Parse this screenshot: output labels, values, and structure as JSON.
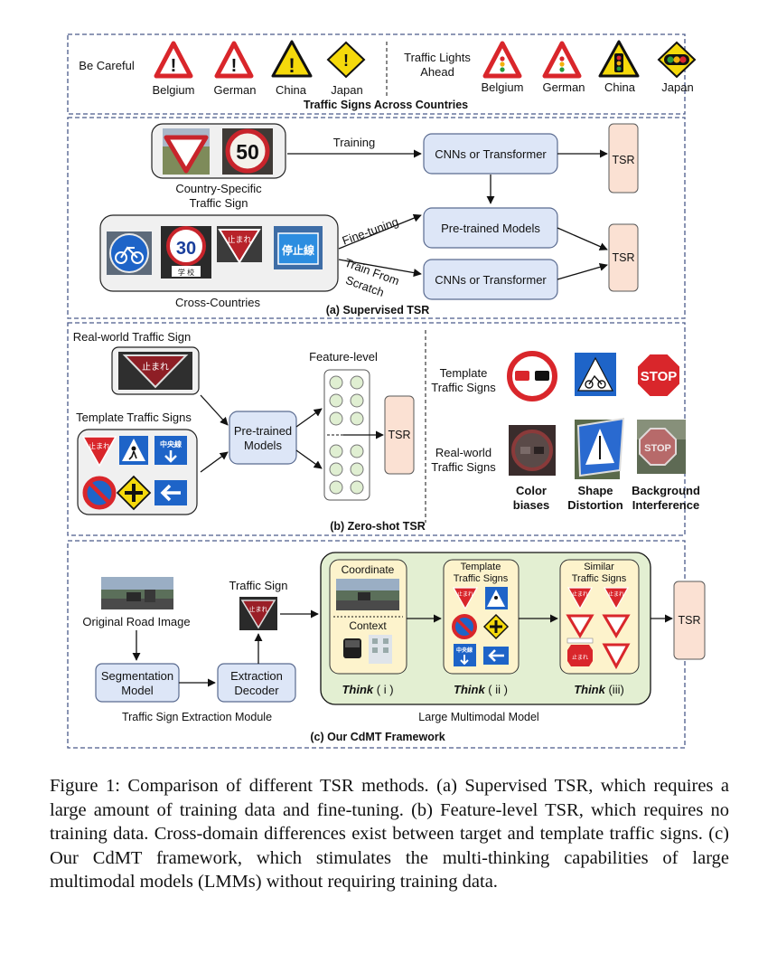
{
  "panel0": {
    "be_careful": "Be Careful",
    "traffic_lights_line1": "Traffic Lights",
    "traffic_lights_line2": "Ahead",
    "countries": [
      "Belgium",
      "German",
      "China",
      "Japan"
    ],
    "title": "Traffic Signs Across Countries"
  },
  "panel_a": {
    "country_specific_line1": "Country-Specific",
    "country_specific_line2": "Traffic Sign",
    "speed_sign_text": "50",
    "training": "Training",
    "cnn_transformer": "CNNs or Transformer",
    "tsr": "TSR",
    "fine_tuning": "Fine-tuning",
    "pretrained_models": "Pre-trained Models",
    "train_from_line1": "Train From",
    "train_from_line2": "Scratch",
    "cross_countries": "Cross-Countries",
    "speed30_text": "30",
    "speed30_sub": "学 校",
    "stop_jp_text": "止まれ",
    "teishi_text": "停止線",
    "title": "(a)  Supervised TSR"
  },
  "panel_b": {
    "real_world_sign": "Real-world Traffic Sign",
    "template_signs": "Template Traffic Signs",
    "pretrained_line1": "Pre-trained",
    "pretrained_line2": "Models",
    "feature_level": "Feature-level",
    "tsr": "TSR",
    "template_label_line1": "Template",
    "template_label_line2": "Traffic Signs",
    "realworld_label_line1": "Real-world",
    "realworld_label_line2": "Traffic Signs",
    "stop_text": "STOP",
    "chuo_text": "中央線",
    "color_line1": "Color",
    "color_line2": "biases",
    "shape_line1": "Shape",
    "shape_line2": "Distortion",
    "background_line1": "Background",
    "background_line2": "Interference",
    "title": "(b) Zero-shot TSR"
  },
  "panel_c": {
    "original_road": "Original Road Image",
    "segmentation_line1": "Segmentation",
    "segmentation_line2": "Model",
    "extraction_line1": "Extraction",
    "extraction_line2": "Decoder",
    "module_label": "Traffic Sign Extraction Module",
    "traffic_sign": "Traffic Sign",
    "coordinate": "Coordinate",
    "context": "Context",
    "template_line1": "Template",
    "template_line2": "Traffic Signs",
    "similar_line1": "Similar",
    "similar_line2": "Traffic Signs",
    "think": "Think",
    "think_i": " ( i )",
    "think_ii": " ( ii )",
    "think_iii": " (iii)",
    "lmm": "Large Multimodal Model",
    "tsr": "TSR",
    "title": "(c) Our CdMT Framework"
  },
  "caption": "Figure 1: Comparison of different TSR methods. (a) Supervised TSR, which requires a large amount of training data and fine-tuning. (b) Feature-level TSR, which requires no training data. Cross-domain differences exist between target and template traffic signs. (c) Our CdMT framework, which stimulates the multi-thinking capabilities of large multimodal models (LMMs) without requiring training data.",
  "colors": {
    "blue_box": "#dde6f7",
    "pink_box": "#fbe1d3",
    "green_panel": "#e3efd2",
    "yellow_box": "#fdf3cc",
    "sign_red": "#d9262b",
    "sign_yellow": "#f5d90b",
    "sign_blue": "#1e64c8"
  }
}
